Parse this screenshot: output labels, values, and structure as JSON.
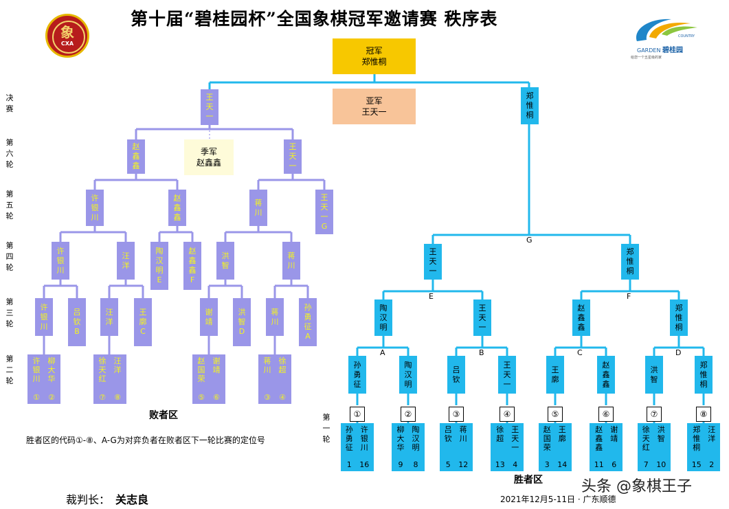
{
  "title": "第十届“碧桂园杯”全国象棋冠军邀请赛 秩序表",
  "logo_left": {
    "glyph": "象",
    "abbr": "CXA"
  },
  "logo_right": {
    "brand_en": "GARDEN",
    "brand_cn": "碧桂园",
    "slogan": "给您一个五星级的家",
    "small": "COUNTRY"
  },
  "round_labels": [
    "决赛",
    "第六轮",
    "第五轮",
    "第四轮",
    "第三轮",
    "第二轮",
    "第一轮"
  ],
  "champion": {
    "label": "冠军",
    "name": "郑惟桐"
  },
  "runner_up": {
    "label": "亚军",
    "name": "王天一"
  },
  "third": {
    "label": "季军",
    "name": "赵鑫鑫"
  },
  "nodes": {
    "lf": "王天一",
    "rf": "郑惟桐",
    "l6a": "赵鑫鑫",
    "l6b": "王天一",
    "l5a": "许银川",
    "l5b": "赵鑫鑫",
    "l5c": "蒋川",
    "l5d": "王天一G",
    "l4a": "许银川",
    "l4b": "汪洋",
    "l4c": "陶汉明E",
    "l4d": "赵鑫鑫F",
    "l4e": "洪智",
    "l4f": "蒋川",
    "l3a": "许银川",
    "l3b": "吕钦B",
    "l3c": "汪洋",
    "l3d": "王廓C",
    "l3e": "谢靖",
    "l3f": "洪智D",
    "l3g": "蒋川",
    "l3h": "孙勇征A",
    "w4a": "王天一",
    "w4b": "郑惟桐",
    "w3a": "陶汉明",
    "w3b": "王天一",
    "w3c": "赵鑫鑫",
    "w3d": "郑惟桐",
    "w2a": "孙勇征",
    "w2b": "陶汉明",
    "w2c": "吕钦",
    "w2d": "王天一",
    "w2e": "王廓",
    "w2f": "赵鑫鑫",
    "w2g": "洪智",
    "w2h": "郑惟桐"
  },
  "loser_pairs": [
    {
      "a": "许银川",
      "an": "①",
      "b": "柳大华",
      "bn": "②"
    },
    {
      "a": "徐天红",
      "an": "⑦",
      "b": "汪洋",
      "bn": "⑧"
    },
    {
      "a": "赵国荣",
      "an": "⑤",
      "b": "谢靖",
      "bn": "⑥"
    },
    {
      "a": "蒋川",
      "an": "③",
      "b": "徐超",
      "bn": "④"
    }
  ],
  "first_round": [
    {
      "slot": "①",
      "a": "孙勇征",
      "an": "1",
      "b": "许银川",
      "bn": "16"
    },
    {
      "slot": "②",
      "a": "柳大华",
      "an": "9",
      "b": "陶汉明",
      "bn": "8"
    },
    {
      "slot": "③",
      "a": "吕钦",
      "an": "5",
      "b": "蒋川",
      "bn": "12"
    },
    {
      "slot": "④",
      "a": "徐超",
      "an": "13",
      "b": "王天一",
      "bn": "4"
    },
    {
      "slot": "⑤",
      "a": "赵国荣",
      "an": "3",
      "b": "王廓",
      "bn": "14"
    },
    {
      "slot": "⑥",
      "a": "赵鑫鑫",
      "an": "11",
      "b": "谢靖",
      "bn": "6"
    },
    {
      "slot": "⑦",
      "a": "徐天红",
      "an": "7",
      "b": "洪智",
      "bn": "10"
    },
    {
      "slot": "⑧",
      "a": "郑惟桐",
      "an": "15",
      "b": "汪洋",
      "bn": "2"
    }
  ],
  "group_letters": {
    "g": "G",
    "e": "E",
    "f": "F",
    "a": "A",
    "b": "B",
    "c": "C",
    "d": "D"
  },
  "loser_zone": "败者区",
  "winner_zone": "胜者区",
  "note": "胜者区的代码①-⑧、A-G为对弈负者在败者区下一轮比赛的定位号",
  "referee_label": "裁判长：",
  "referee_name": "关志良",
  "date": "2021年12月5-11日 · 广东顺德",
  "watermark": "头条 @象棋王子",
  "colors": {
    "loser": "#9a96e8",
    "winner": "#21b8ec",
    "champion": "#f7c800",
    "runner_up": "#f8c499",
    "third": "#fefbd9",
    "name_on_loser": "#f5f51e"
  }
}
